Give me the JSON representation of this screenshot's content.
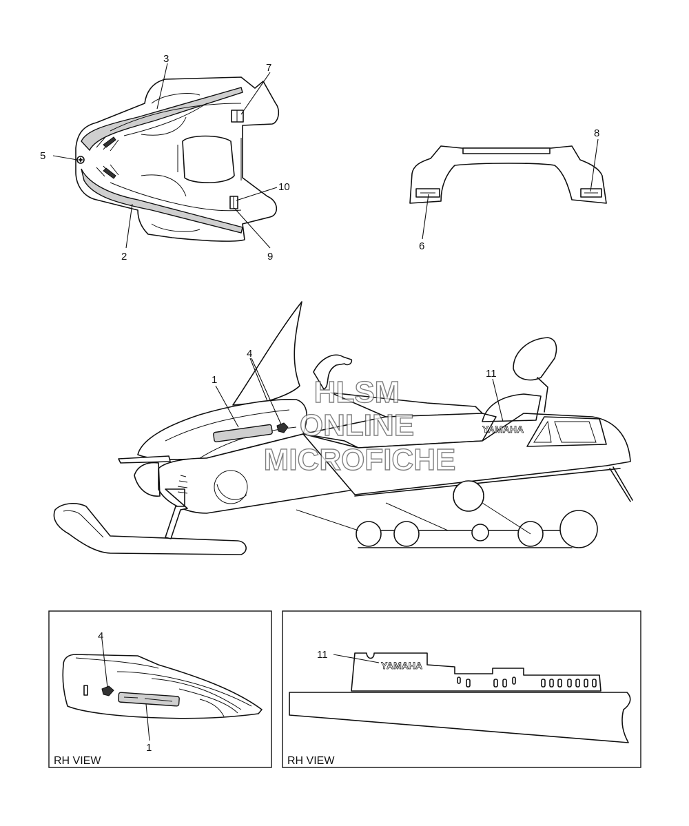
{
  "callouts": {
    "c1": "1",
    "c2": "2",
    "c3": "3",
    "c4": "4",
    "c5": "5",
    "c6": "6",
    "c7": "7",
    "c8": "8",
    "c9": "9",
    "c10": "10",
    "c11": "11",
    "inset_left_4": "4",
    "inset_left_1": "1",
    "inset_right_11": "11"
  },
  "decals": {
    "yamaha": "YAMAHA"
  },
  "panels": {
    "left_label": "RH VIEW",
    "right_label": "RH VIEW"
  },
  "watermark": {
    "line1": "HLSM",
    "line2": "ONLINE",
    "line3": "MICROFICHE"
  }
}
